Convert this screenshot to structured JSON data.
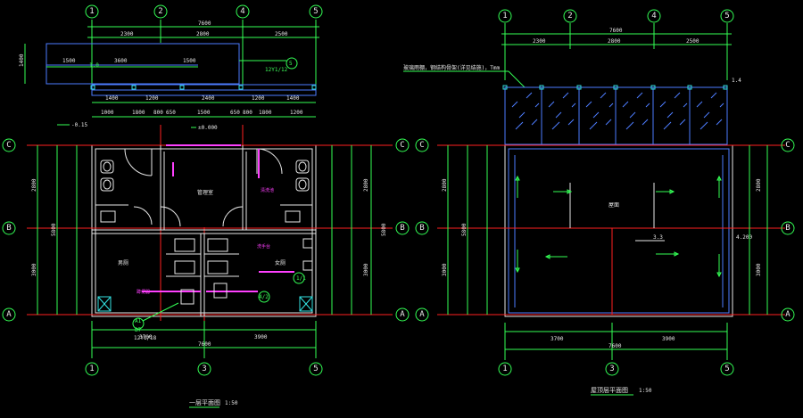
{
  "axis_labels": {
    "col1": "1",
    "col2": "2",
    "col3": "3",
    "col4": "4",
    "col5": "5",
    "rowA": "A",
    "rowB": "B",
    "rowC": "C"
  },
  "left_plan": {
    "title": "一层平面图",
    "scale": "1:50",
    "dims_top_overall": "7600",
    "dims_top_split": [
      "2300",
      "2800",
      "2500"
    ],
    "dims_canopy": [
      "1500",
      "3600",
      "1500"
    ],
    "dims_canopy_depth": "1400",
    "dims_window_row": [
      "1400",
      "1200",
      "2400",
      "1200",
      "1400"
    ],
    "dims_door_row": [
      "1000",
      "1800",
      "800",
      "650",
      "1500",
      "650",
      "800",
      "1800",
      "1200"
    ],
    "dims_side": [
      "2800",
      "5800",
      "3000"
    ],
    "dims_bottom": [
      "3700",
      "3900"
    ],
    "dims_bottom_overall": "7600",
    "room_labels": [
      "管理室",
      "男厕",
      "女厕"
    ],
    "level_entry": "±0.000",
    "level_outside": "-0.15",
    "notes": [
      "5",
      "12Y1/12",
      "A1",
      "B7",
      "12Y1/18",
      "4/2",
      "1/1",
      "清洗池",
      "蹲便器",
      "洗手台"
    ]
  },
  "right_plan": {
    "title": "屋顶层平面图",
    "scale": "1:50",
    "dims_top_overall": "7600",
    "dims_top_split": [
      "2300",
      "2800",
      "2500"
    ],
    "dims_side": [
      "2800",
      "5800",
      "3000"
    ],
    "dims_bottom": [
      "3700",
      "3900"
    ],
    "dims_bottom_overall": "7600",
    "room_label": "屋面",
    "roof_note": "玻璃雨棚，钢结构骨架(详见结施)，Tmm",
    "level_roof": "4.200",
    "slope": "3.3",
    "corner_note": "1.4"
  },
  "colors": {
    "background": "#000000",
    "dimension": "#33ff55",
    "wall": "#e8e8e8",
    "window": "#4d7dff",
    "axis": "#ff2020",
    "accent": "#ff40ff"
  }
}
